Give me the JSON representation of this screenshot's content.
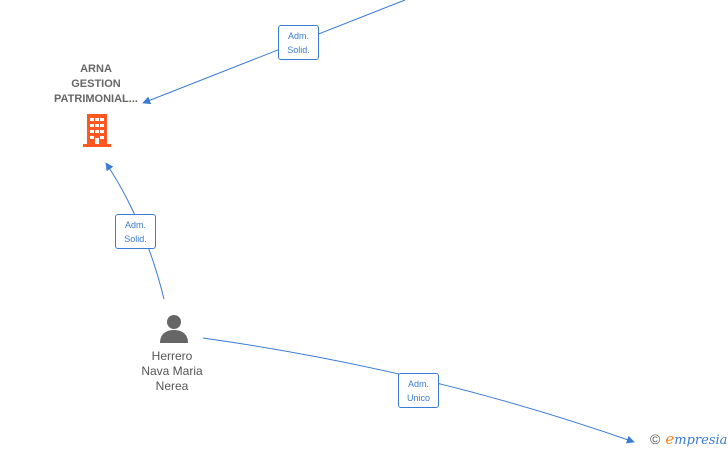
{
  "nodes": {
    "company": {
      "name_lines": [
        "ARNA",
        "GESTION",
        "PATRIMONIAL..."
      ],
      "icon": "building-icon",
      "color": "#ff5722"
    },
    "person": {
      "name_lines": [
        "Herrero",
        "Nava Maria",
        "Nerea"
      ],
      "icon": "person-icon",
      "color": "#666666"
    }
  },
  "edges": [
    {
      "id": "top",
      "label_lines": [
        "Adm.",
        "Solid."
      ]
    },
    {
      "id": "person-company",
      "label_lines": [
        "Adm.",
        "Solid."
      ]
    },
    {
      "id": "person-bottom",
      "label_lines": [
        "Adm.",
        "Unico"
      ]
    }
  ],
  "edge_color": "#3a7bd5",
  "watermark": {
    "symbol": "©",
    "brand_initial": "e",
    "brand_rest": "mpresia",
    "brand_color": "#3a7bd5",
    "accent_color": "#f58220"
  }
}
